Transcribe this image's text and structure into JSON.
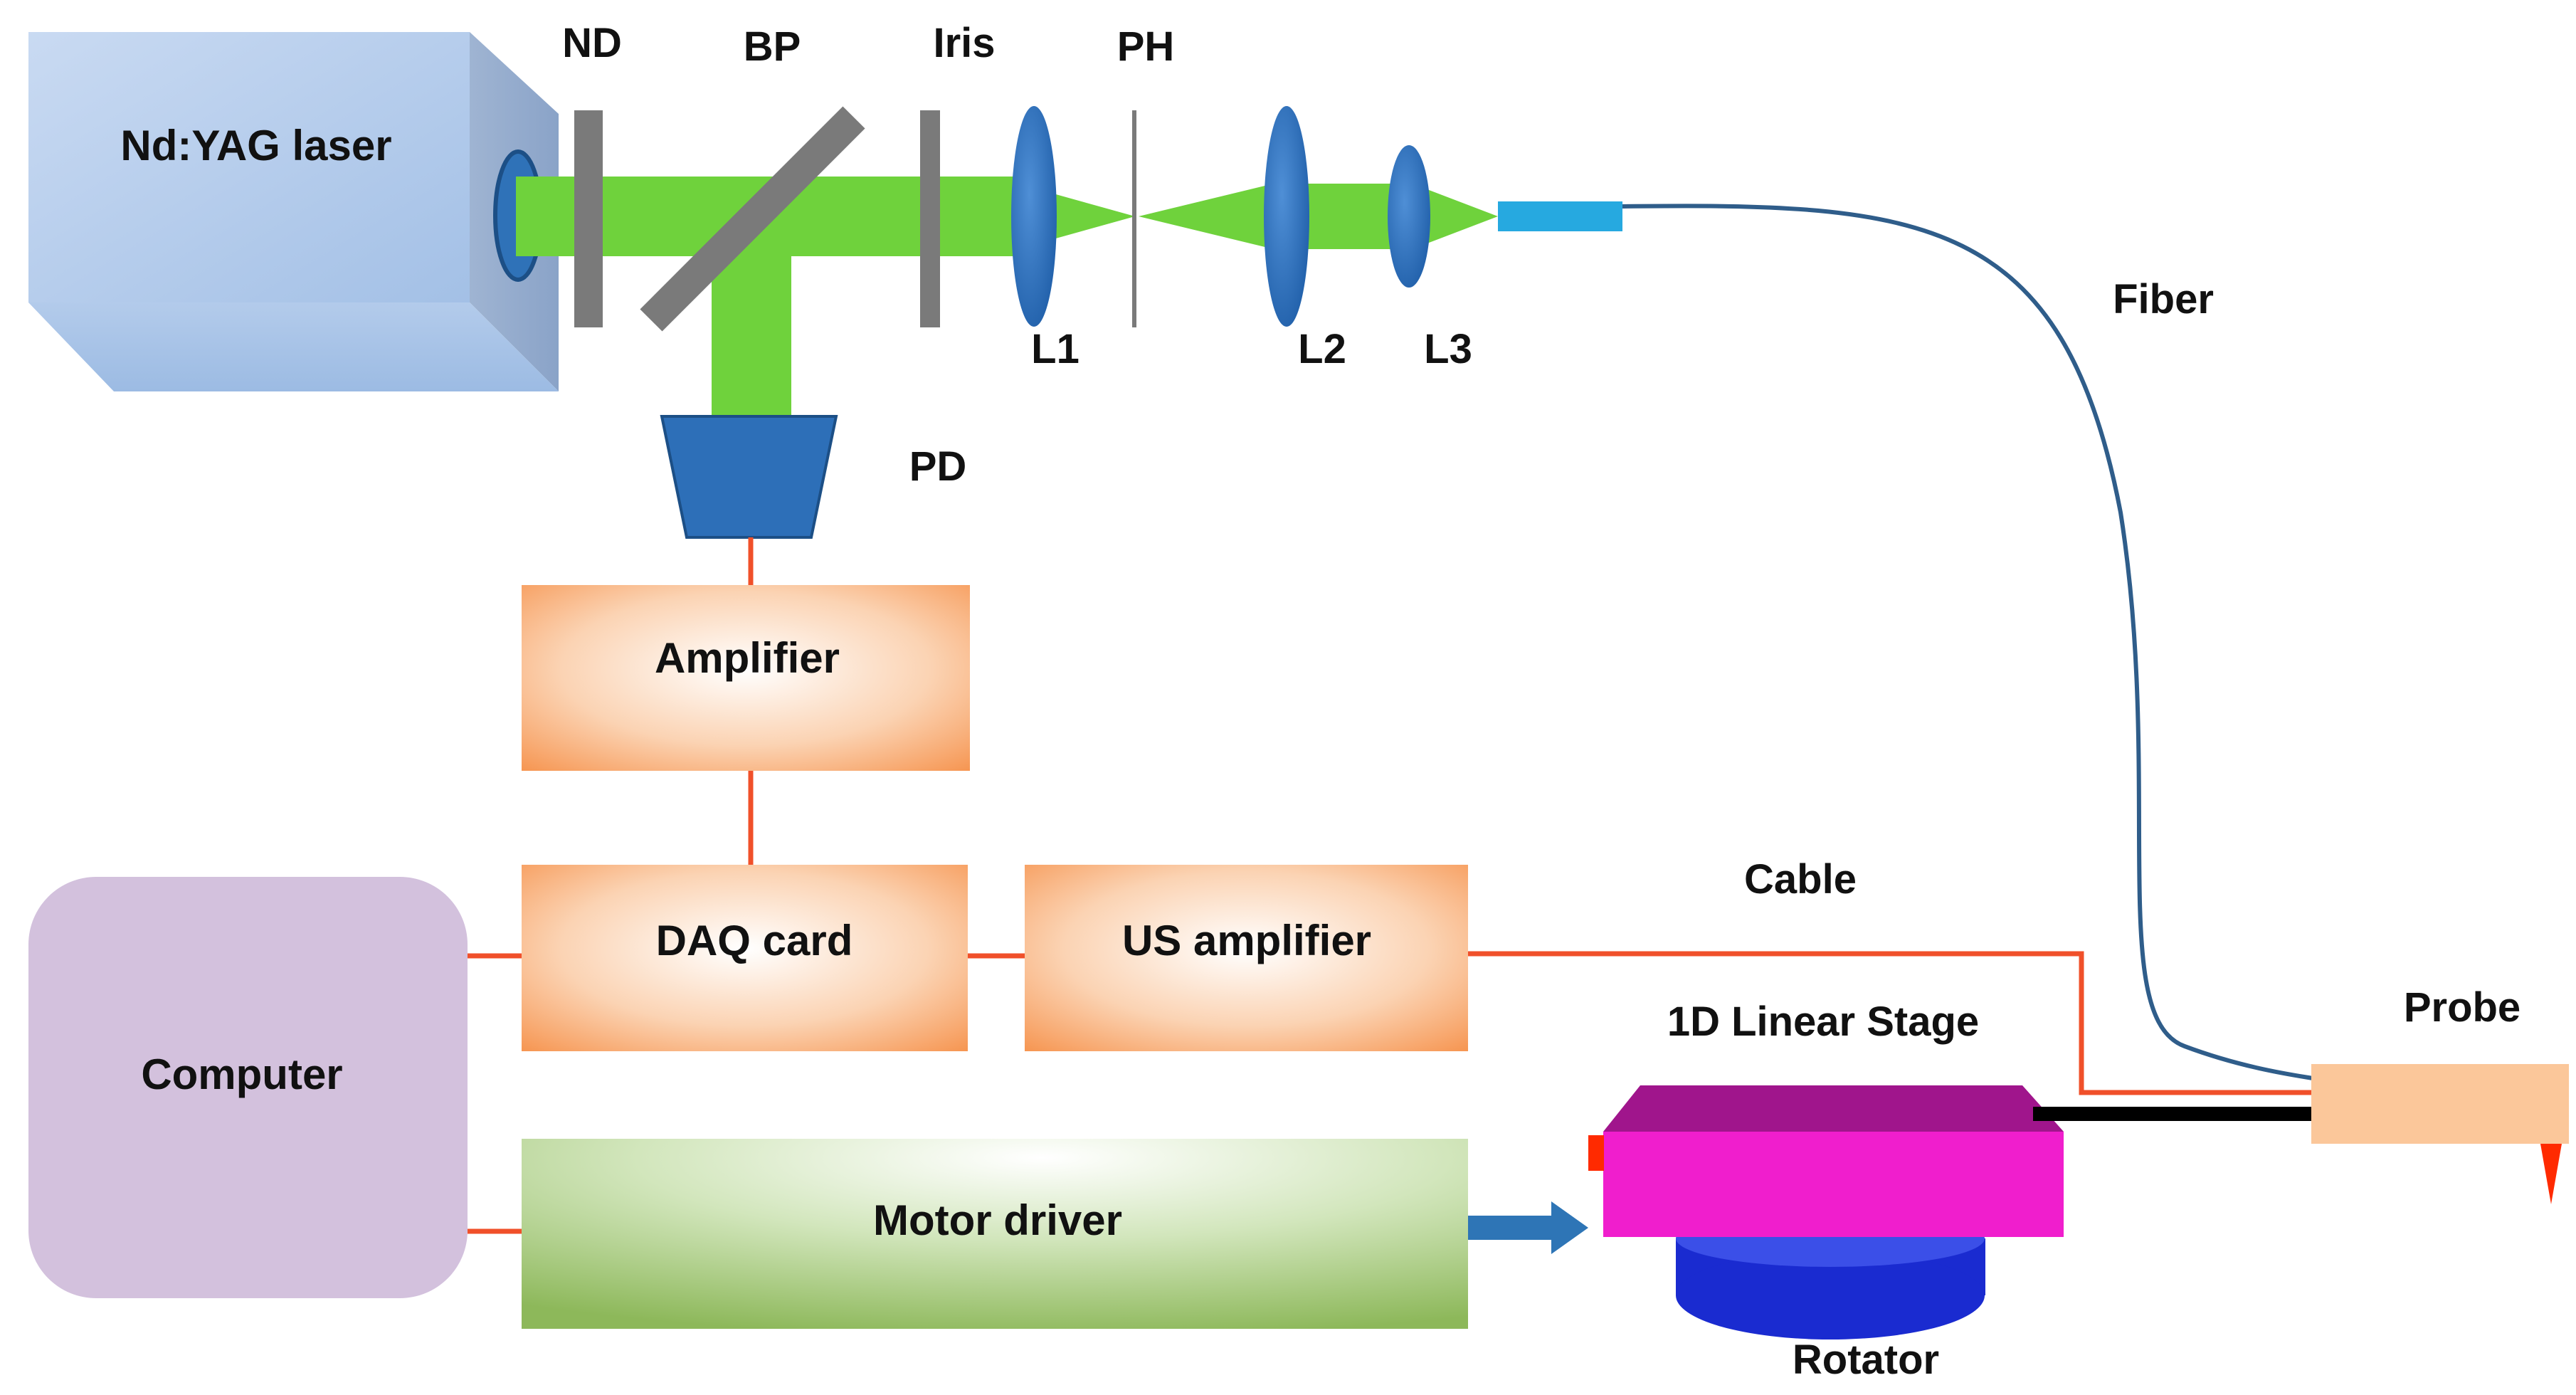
{
  "labels": {
    "laser": "Nd:YAG laser",
    "nd": "ND",
    "bp": "BP",
    "iris": "Iris",
    "ph": "PH",
    "l1": "L1",
    "l2": "L2",
    "l3": "L3",
    "fiber": "Fiber",
    "pd": "PD",
    "amplifier": "Amplifier",
    "daq": "DAQ card",
    "us_amplifier": "US amplifier",
    "cable": "Cable",
    "computer": "Computer",
    "motor_driver": "Motor driver",
    "linear_stage": "1D Linear Stage",
    "probe": "Probe",
    "rotator": "Rotator"
  },
  "colors": {
    "beam": "#6fd23c",
    "optic_gray": "#7a7a7a",
    "lens_blue": "#2d6fb8",
    "fiber_blue": "#2f5d8a",
    "fiber_tip": "#26a9e0",
    "wire": "#f0502a",
    "box_orange": "#f6944f",
    "computer": "#d3c1dd",
    "motor_green": "#8db85a",
    "stage_magenta": "#f01ecd",
    "stage_top": "#a0158c",
    "rotator_blue": "#1a2bd0",
    "probe": "#fbc79a",
    "probe_tip": "#ff2a00",
    "arrow": "#2e75b6"
  }
}
